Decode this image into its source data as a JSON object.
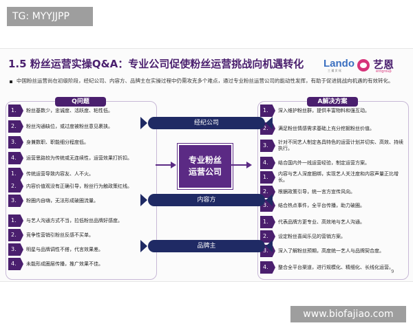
{
  "tag": "TG: MYYJJPP",
  "title": "1.5 粉丝运营实操Q&A：专业公司促使粉丝运营挑战向机遇转化",
  "logos": {
    "lando": "Lando",
    "lando_sub": "三 道 文 化",
    "yien": "艺恩",
    "yien_sub": "entgroup"
  },
  "intro": "中国粉丝运营尚在初级阶段，经纪公司、内容方、品牌主在实操过程中仍需攻克多个难点，通过专业粉丝运营公司的能动性发挥，有助于促进挑战向机遇的有效转化。",
  "left_header": "Q问题",
  "right_header": "A解决方案",
  "center": "专业粉丝运营公司",
  "bands": [
    "经纪公司",
    "内容方",
    "品牌主"
  ],
  "questions": [
    {
      "n": "1.",
      "t": "粉丝基数少，忠诚度、活跃度、粘性低。"
    },
    {
      "n": "2.",
      "t": "粉丝沟通缺位，或过度被粉丝意见裹挟。"
    },
    {
      "n": "3.",
      "t": "身兼数职、职能细分程度低。"
    },
    {
      "n": "4.",
      "t": "运营思路较为传统或无连续性，运营效果打折扣。"
    },
    {
      "n": "1.",
      "t": "传统运营导致内容友、人不火。"
    },
    {
      "n": "2.",
      "t": "内容价值观没有正确引导，粉丝行为触政策红线。"
    },
    {
      "n": "3.",
      "t": "粉圈内自嗨，无法形成破圈流量。"
    },
    {
      "n": "1.",
      "t": "与艺人沟通方式不当，拉低粉丝品牌好感度。"
    },
    {
      "n": "2.",
      "t": "竞争性营销引粉丝反感不买单。"
    },
    {
      "n": "3.",
      "t": "明星与品牌调性不搭，代言效果差。"
    },
    {
      "n": "4.",
      "t": "未能形成圈层传播，推广效果不佳。"
    }
  ],
  "answers": [
    {
      "n": "1.",
      "t": "深入维护粉丝群，提供丰富物料和强互动。"
    },
    {
      "n": "2.",
      "t": "满足粉丝情感需求基础上充分挖掘粉丝价值。"
    },
    {
      "n": "3.",
      "t": "针对不同艺人制定各具特色的运营计划并切实、高效、持续执行。"
    },
    {
      "n": "4.",
      "t": "结合国内外一线运营经验，制定运营方案。"
    },
    {
      "n": "1.",
      "t": "内容与艺人深度捆绑，实现艺人关注度和内容声量正比增长。"
    },
    {
      "n": "2.",
      "t": "根据政策引导，统一言方宣传风向。"
    },
    {
      "n": "3.",
      "t": "结合热点事件，全平台传播，助力破圈。"
    },
    {
      "n": "1.",
      "t": "代表品牌方更专业、高效地与艺人沟通。"
    },
    {
      "n": "2.",
      "t": "设定粉丝喜闻乐见的营销方案。"
    },
    {
      "n": "3.",
      "t": "深入了解粉丝预期，高度统一艺人与品牌契合度。"
    },
    {
      "n": "4.",
      "t": "整合全平台渠道，进行规模化、精细化、长线化运营。"
    }
  ],
  "page_number": "9",
  "watermark": "www.biofajiao.com"
}
